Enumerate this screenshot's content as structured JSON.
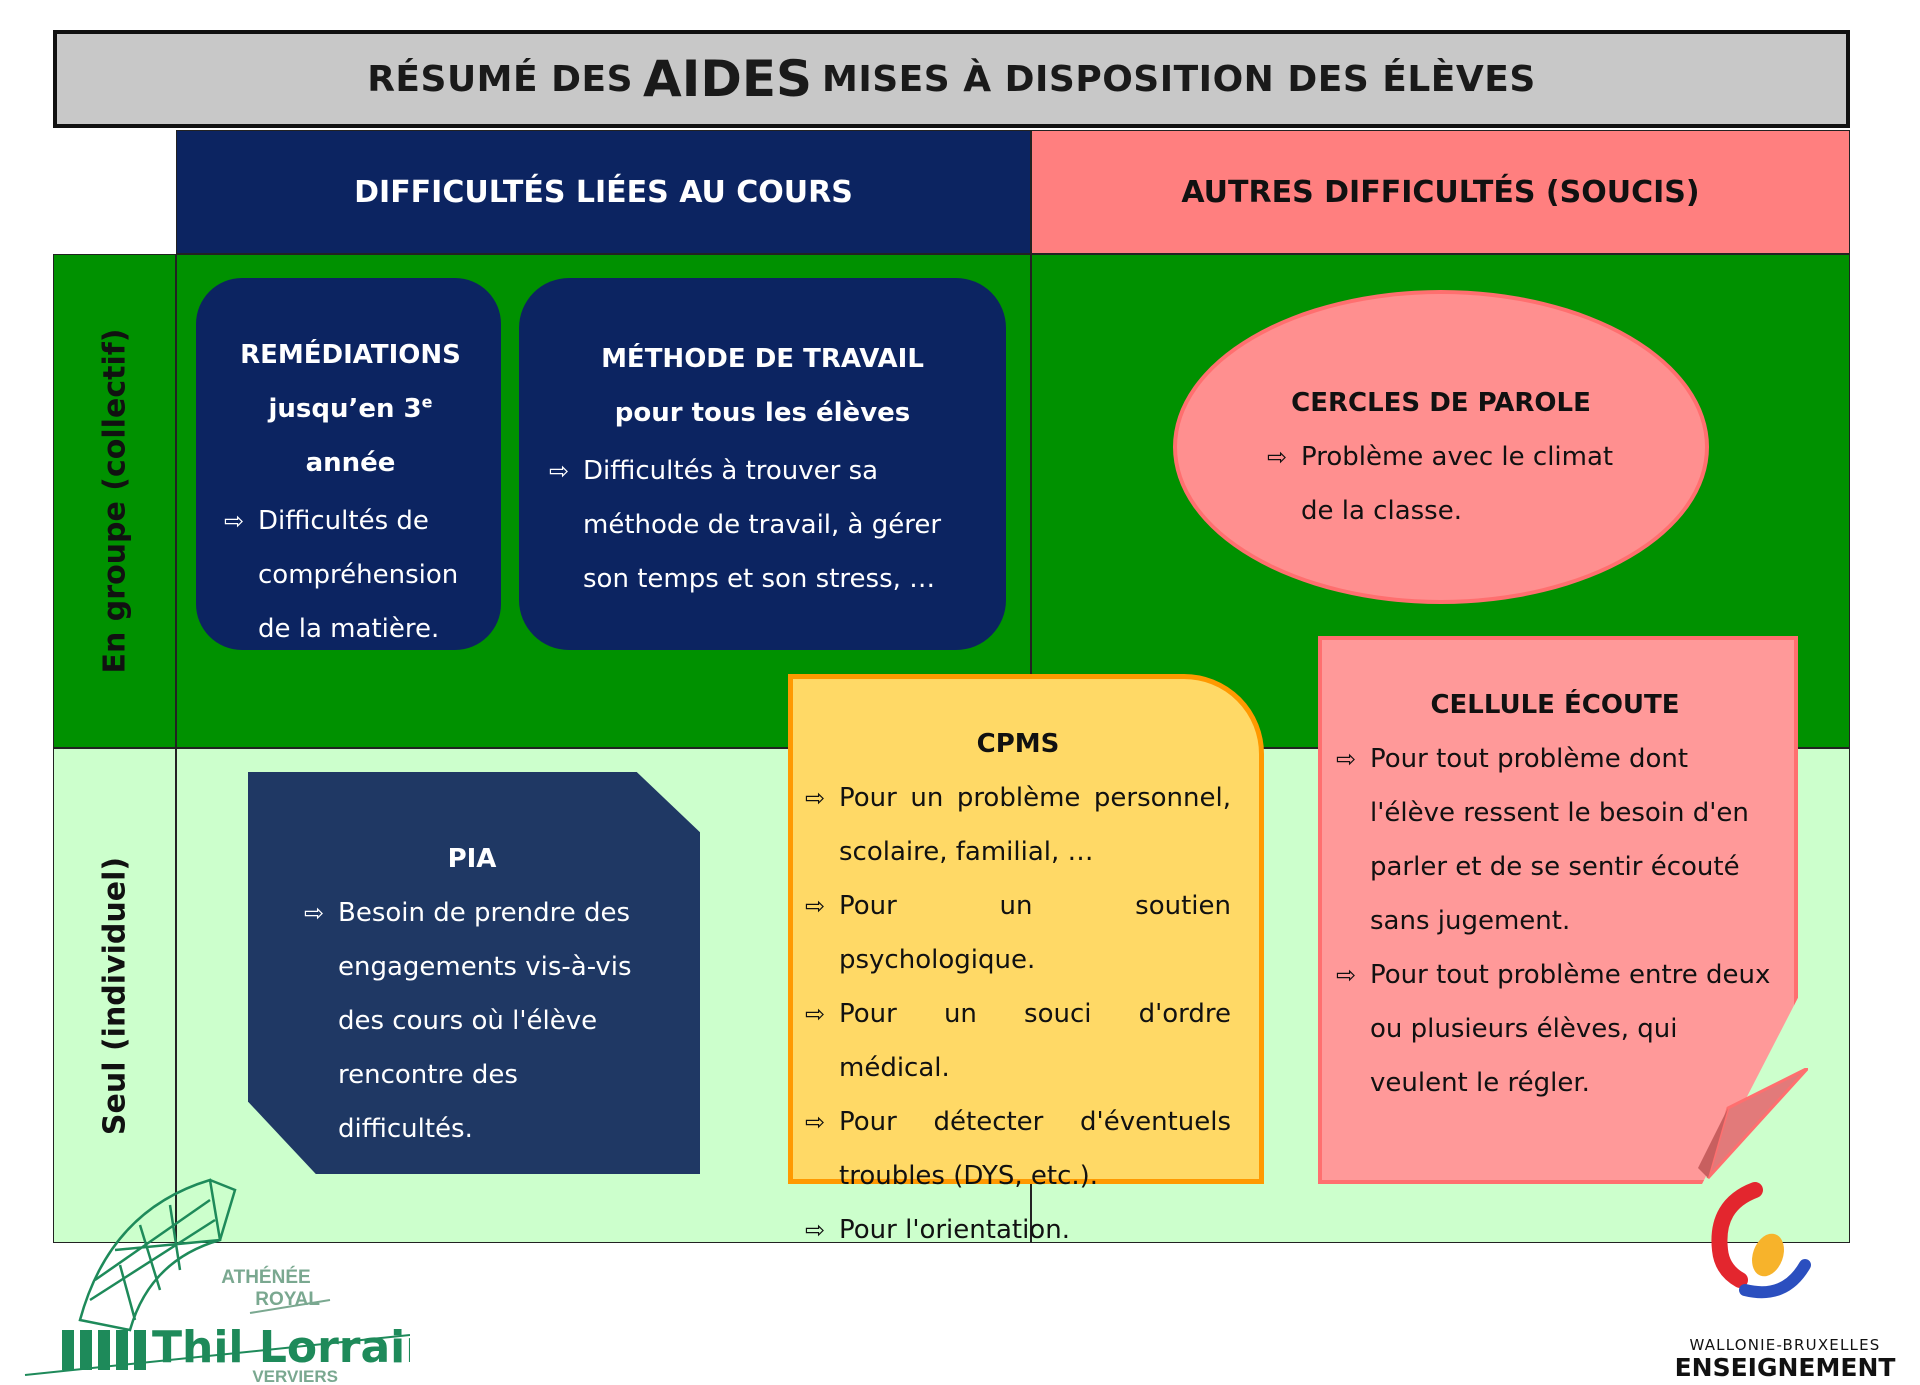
{
  "title": {
    "pre": "RÉSUMÉ DES",
    "emph": "AIDES",
    "post": "MISES À DISPOSITION DES ÉLÈVES"
  },
  "columns": {
    "course": "DIFFICULTÉS LIÉES AU COURS",
    "other": "AUTRES DIFFICULTÉS (SOUCIS)"
  },
  "rows": {
    "group": "En groupe (collectif)",
    "solo": "Seul (individuel)"
  },
  "arrow_glyph": "⇨",
  "remediations": {
    "title": "REMÉDIATIONS",
    "subtitle_pre": "jusqu’en 3",
    "subtitle_sup": "e",
    "subtitle_post": " année",
    "items": [
      "Difficultés de compréhension de la matière."
    ]
  },
  "methode": {
    "title": "MÉTHODE DE TRAVAIL",
    "subtitle": "pour tous les élèves",
    "items": [
      "Difficultés à trouver sa méthode de travail, à gérer son temps et son stress, …"
    ]
  },
  "cercles": {
    "title": "CERCLES DE PAROLE",
    "items": [
      "Problème avec le climat de la classe."
    ]
  },
  "pia": {
    "title": "PIA",
    "items": [
      "Besoin de prendre des engagements vis-à-vis des cours où l'élève rencontre des difficultés."
    ]
  },
  "cpms": {
    "title": "CPMS",
    "items": [
      "Pour un problème personnel, scolaire, familial, …",
      "Pour un soutien psychologique.",
      "Pour un souci d'ordre médical.",
      "Pour détecter d'éventuels troubles (DYS, etc.).",
      "Pour l'orientation."
    ]
  },
  "cellule": {
    "title": "CELLULE ÉCOUTE",
    "items": [
      "Pour tout problème dont l'élève ressent le besoin d'en parler et de se sentir écouté sans jugement.",
      "Pour tout problème entre deux ou plusieurs élèves, qui veulent le régler."
    ]
  },
  "logo_left": {
    "line1": "ATHÉNÉE",
    "line2": "ROYAL",
    "name": "Thil Lorrain",
    "city": "VERVIERS",
    "color": "#1e8a5a"
  },
  "logo_right": {
    "line1": "WALLONIE-BRUXELLES",
    "line2": "ENSEIGNEMENT"
  },
  "colors": {
    "navy": "#0c2461",
    "green": "#009100",
    "light_green": "#ccffcc",
    "salmon": "#ff7f7f",
    "yellow": "#ffd966",
    "orange": "#ff9900"
  }
}
